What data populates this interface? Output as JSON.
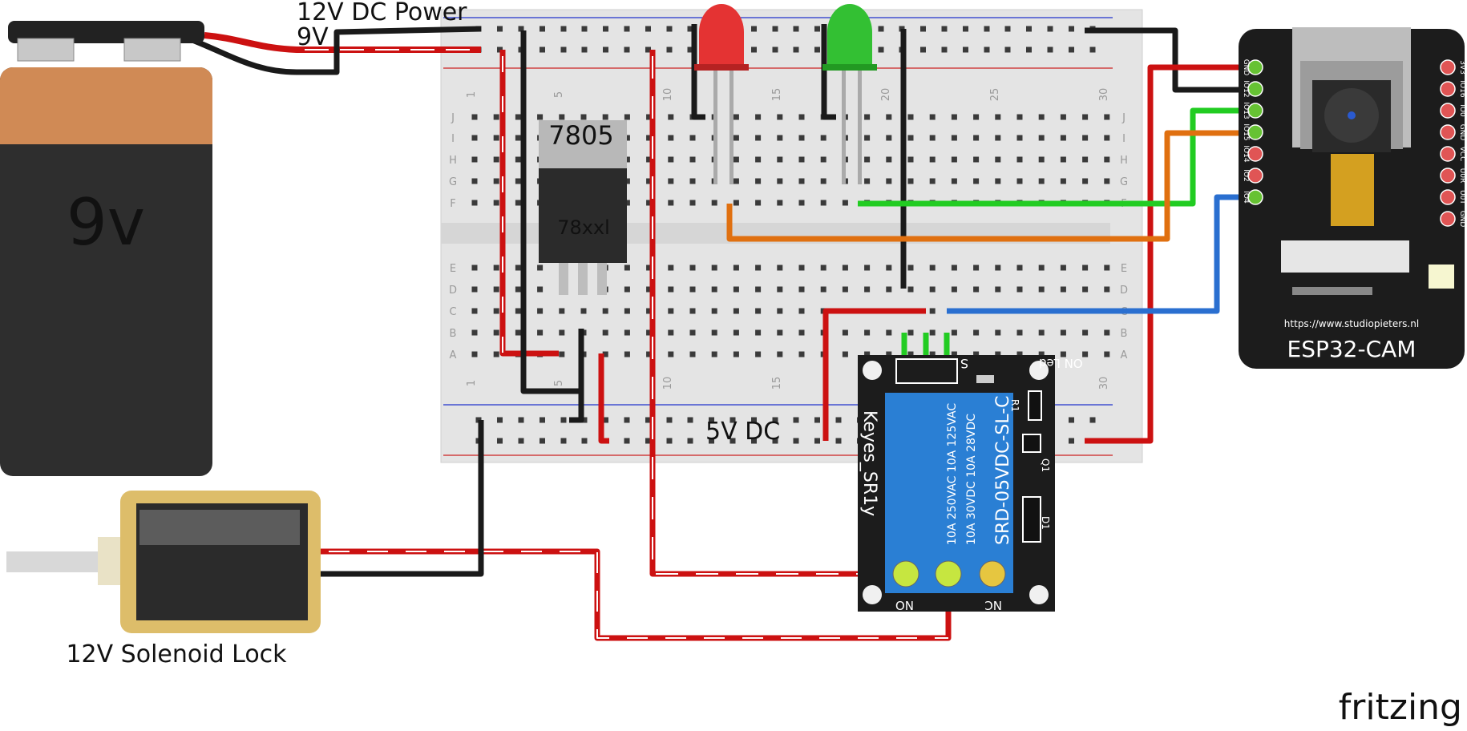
{
  "labels": {
    "power_title": "12V DC Power",
    "power_voltage": "9V",
    "battery": "9v",
    "regulator": "7805",
    "regulator_sub": "78xxl",
    "dc_out": "5V DC",
    "solenoid": "12V Solenoid Lock",
    "esp32": "ESP32-CAM",
    "esp32_url": "https://www.studiopieters.nl",
    "relay_name": "Keyes_SR1y",
    "relay_model": "SRD-05VDC-SL-C",
    "relay_rating_1": "10A 250VAC  10A 125VAC",
    "relay_rating_2": "10A  30VDC  10A  28VDC",
    "relay_pin_s": "S",
    "relay_led": "ON Led",
    "relay_no": "NO",
    "relay_nc": "NC",
    "relay_r1": "R1",
    "relay_q1": "Q1",
    "relay_d1": "D1",
    "watermark": "fritzing"
  },
  "breadboard": {
    "col_numbers": [
      "1",
      "5",
      "10",
      "15",
      "20",
      "25",
      "30"
    ],
    "rows_top": [
      "J",
      "I",
      "H",
      "G",
      "F"
    ],
    "rows_bottom": [
      "E",
      "D",
      "C",
      "B",
      "A"
    ]
  },
  "esp32_pins": {
    "left": [
      "GND",
      "IO12",
      "IO13",
      "IO15",
      "IO14",
      "IO2",
      "IO4"
    ],
    "right": [
      "3V3",
      "IO16",
      "IO0",
      "GND",
      "VCC",
      "U0R",
      "U0T",
      "GND"
    ]
  },
  "colors": {
    "wire_red": "#cc1111",
    "wire_black": "#1a1a1a",
    "wire_green": "#22cc22",
    "wire_orange": "#e07010",
    "wire_blue": "#2a6fd0",
    "relay_blue": "#2a7fd4",
    "breadboard": "#e6e6e6",
    "battery_top": "#d08a55"
  }
}
